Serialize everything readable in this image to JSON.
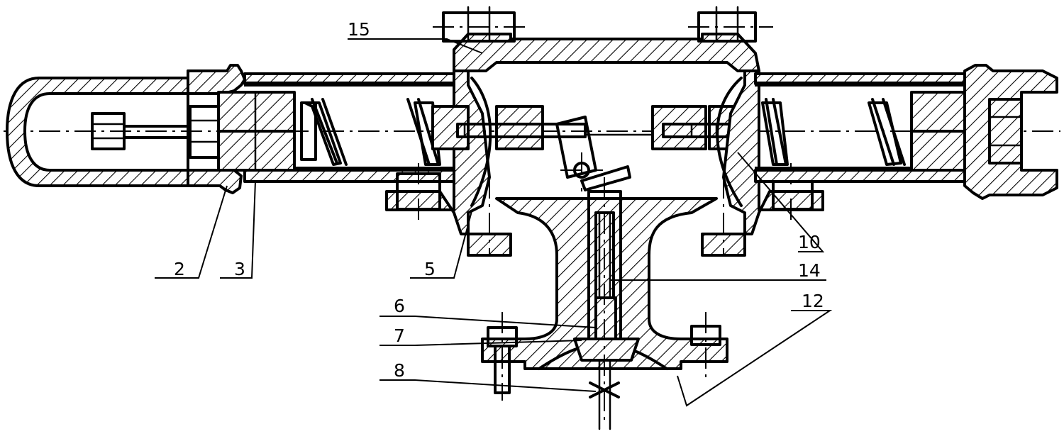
{
  "callouts": {
    "c2": "2",
    "c3": "3",
    "c5": "5",
    "c6": "6",
    "c7": "7",
    "c8": "8",
    "c10": "10",
    "c12": "12",
    "c14": "14",
    "c15": "15"
  },
  "colors": {
    "ink": "#000000",
    "paper": "#ffffff"
  }
}
